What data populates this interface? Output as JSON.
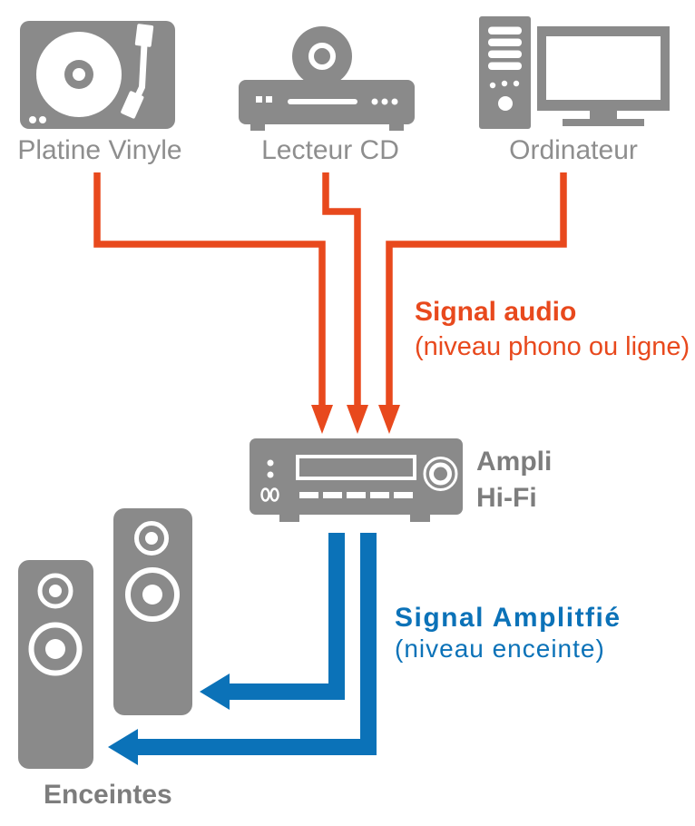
{
  "colors": {
    "icon_gray": "#8A8A8A",
    "label_gray": "#8E8E8E",
    "dark_label_gray": "#7D7D7D",
    "orange": "#E8491D",
    "blue": "#0B72B8"
  },
  "sources": [
    {
      "label": "Platine Vinyle",
      "icon": "turntable-icon"
    },
    {
      "label": "Lecteur CD",
      "icon": "cd-player-icon"
    },
    {
      "label": "Ordinateur",
      "icon": "computer-icon"
    }
  ],
  "signal_audio": {
    "title": "Signal audio",
    "subtitle": "(niveau phono ou ligne)"
  },
  "amplifier": {
    "icon": "amplifier-icon",
    "label_line1": "Ampli",
    "label_line2": "Hi-Fi"
  },
  "signal_amplified": {
    "title": "Signal Amplitfié",
    "subtitle": "(niveau enceinte)"
  },
  "speakers": {
    "icon": "speaker-icon",
    "label": "Enceintes"
  }
}
